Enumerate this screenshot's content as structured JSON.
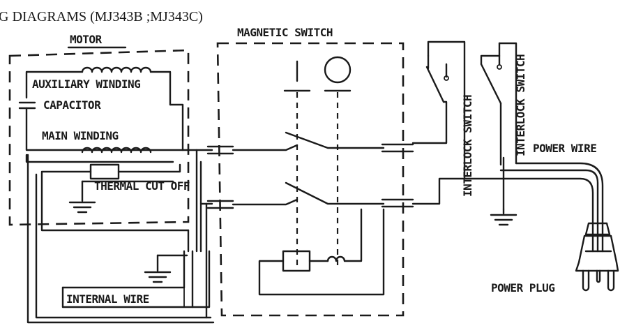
{
  "title": "G DIAGRAMS (MJ343B ;MJ343C)",
  "labels": {
    "motor": "MOTOR",
    "auxiliary_winding": "AUXILIARY WINDING",
    "capacitor": "CAPACITOR",
    "main_winding": "MAIN WINDING",
    "thermal_cut_off": "THERMAL CUT OFF",
    "internal_wire": "INTERNAL WIRE",
    "magnetic_switch": "MAGNETIC SWITCH",
    "interlock_switch_1": "INTERLOCK SWITCH",
    "interlock_switch_2": "INTERLOCK SWITCH",
    "power_wire": "POWER WIRE",
    "power_plug": "POWER PLUG"
  }
}
